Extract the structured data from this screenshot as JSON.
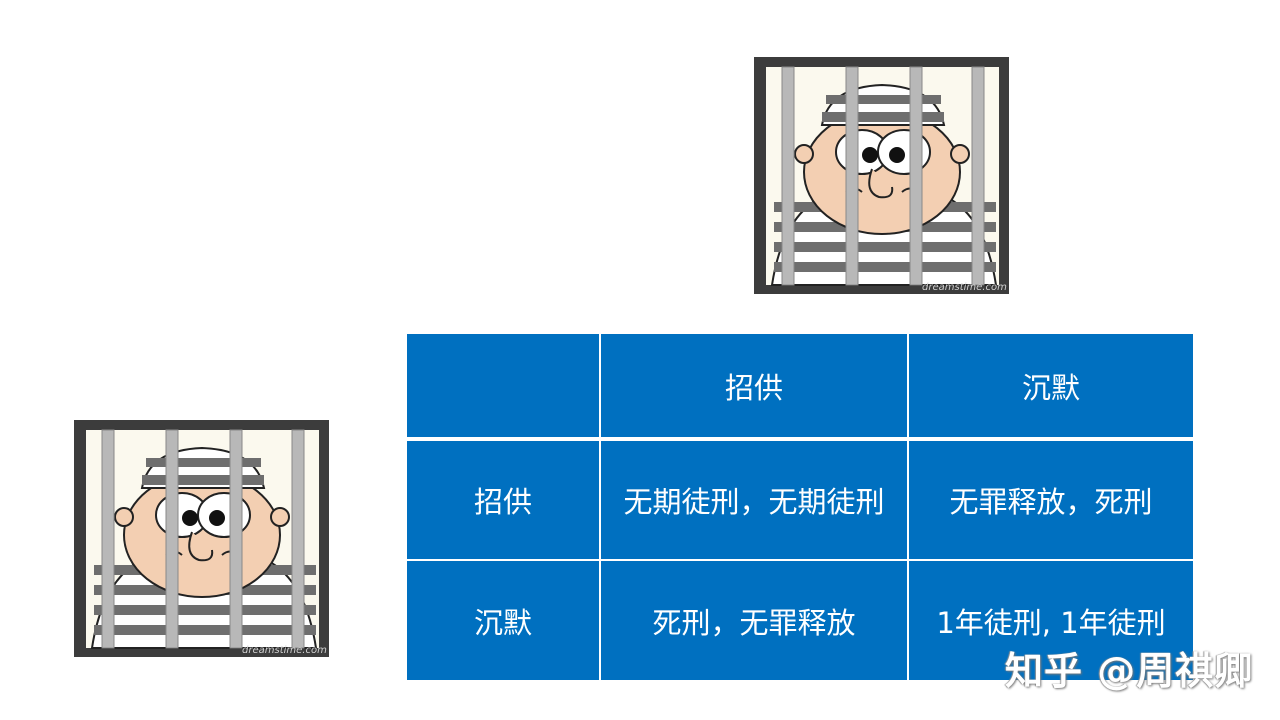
{
  "slide": {
    "background": "#ffffff",
    "table_color": "#0070c0",
    "text_color": "#ffffff"
  },
  "prisoners": [
    {
      "label": "prisoner-top-right",
      "credit": "dreamstime",
      "credit_suffix": ".com"
    },
    {
      "label": "prisoner-bottom-left",
      "credit": "dreamstime",
      "credit_suffix": ".com"
    }
  ],
  "payoff_matrix": {
    "corner": "",
    "columns": [
      "招供",
      "沉默"
    ],
    "rows": [
      {
        "label": "招供",
        "cells": [
          "无期徒刑，无期徒刑",
          "无罪释放，死刑"
        ]
      },
      {
        "label": "沉默",
        "cells": [
          "死刑，无罪释放",
          "1年徒刑, 1年徒刑"
        ]
      }
    ]
  },
  "watermark": "知乎 @周祺卿"
}
